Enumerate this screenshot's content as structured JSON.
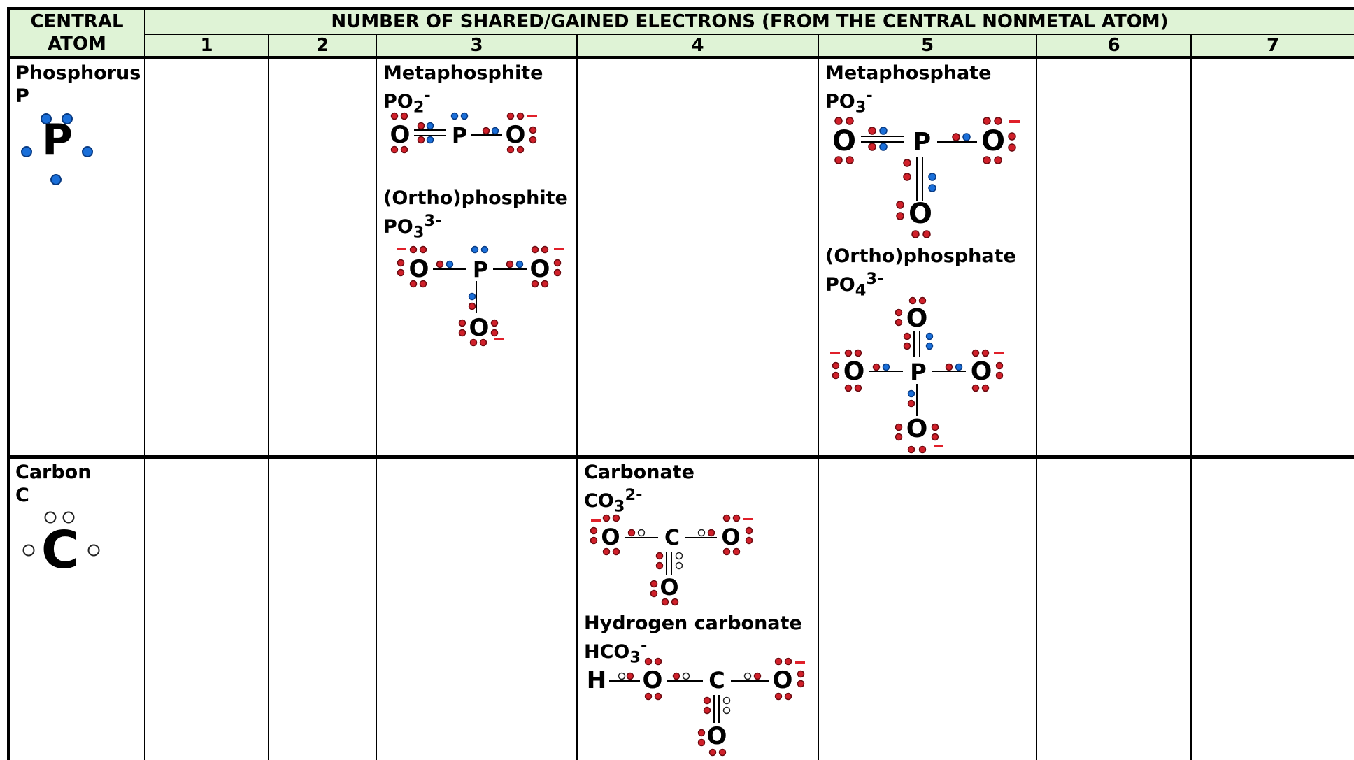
{
  "header": {
    "corner": [
      "CENTRAL",
      "ATOM"
    ],
    "title": "NUMBER OF SHARED/GAINED ELECTRONS (FROM THE CENTRAL NONMETAL ATOM)",
    "columns": [
      "1",
      "2",
      "3",
      "4",
      "5",
      "6",
      "7"
    ]
  },
  "rows": [
    {
      "atom_name": "Phosphorus",
      "atom_symbol": "P",
      "dot_color": "#1a6fd9",
      "compounds": [
        {
          "column": "3",
          "name": "Metaphosphite",
          "formula_base": "PO",
          "formula_sub": "2",
          "formula_sup": "-"
        },
        {
          "column": "3",
          "name": "(Ortho)phosphite",
          "formula_base": "PO",
          "formula_sub": "3",
          "formula_sup": "3-"
        },
        {
          "column": "5",
          "name": "Metaphosphate",
          "formula_base": "PO",
          "formula_sub": "3",
          "formula_sup": "-"
        },
        {
          "column": "5",
          "name": "(Ortho)phosphate",
          "formula_base": "PO",
          "formula_sub": "4",
          "formula_sup": "3-"
        }
      ]
    },
    {
      "atom_name": "Carbon",
      "atom_symbol": "C",
      "dot_color": "#ffffff",
      "compounds": [
        {
          "column": "4",
          "name": "Carbonate",
          "formula_base": "CO",
          "formula_sub": "3",
          "formula_sup": "2-"
        },
        {
          "column": "4",
          "name": "Hydrogen carbonate",
          "formula_base": "HCO",
          "formula_sub": "3",
          "formula_sup": "-"
        }
      ]
    }
  ],
  "structures": {
    "oxygen": "O",
    "phosphorus": "P",
    "carbon": "C",
    "hydrogen": "H"
  },
  "colors": {
    "header_fill": "#dff3d6",
    "oxygen_electron": "#d0202a",
    "phosphorus_electron": "#1a6fd9",
    "carbon_electron": "#ffffff",
    "charge_mark": "#e0202a"
  }
}
